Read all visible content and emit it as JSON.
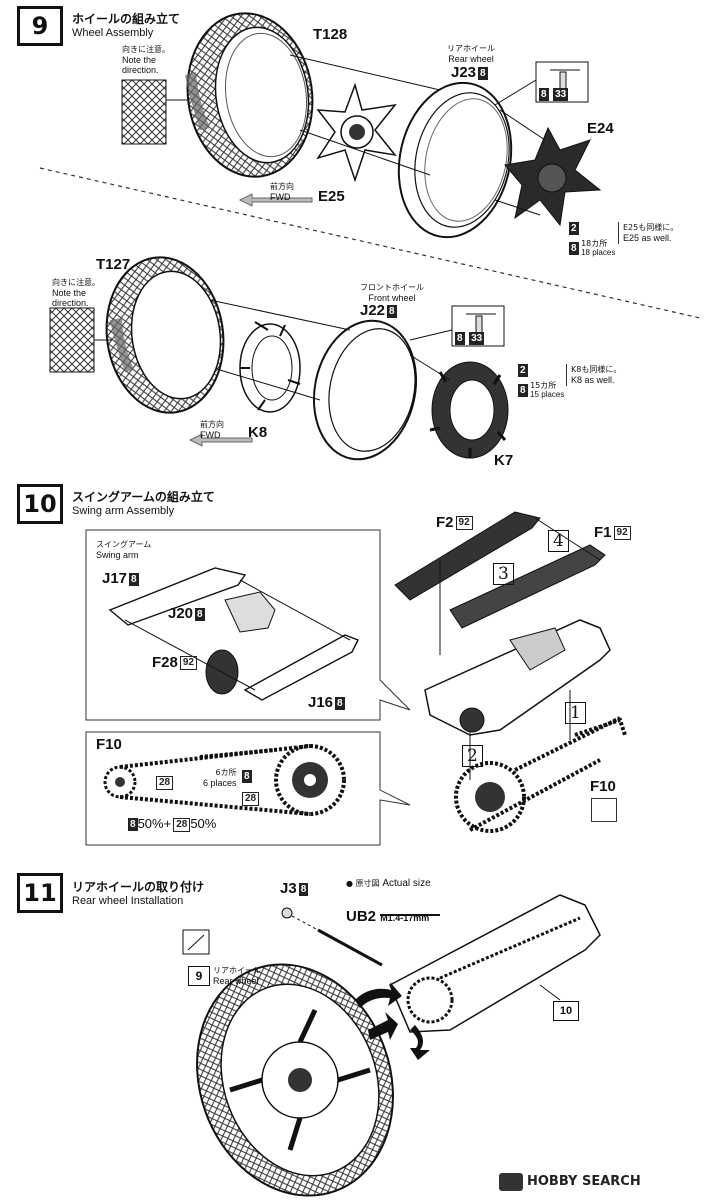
{
  "steps": [
    {
      "number": "9",
      "title_jp": "ホイールの組み立て",
      "title_en": "Wheel Assembly"
    },
    {
      "number": "10",
      "title_jp": "スイングアームの組み立て",
      "title_en": "Swing arm Assembly"
    },
    {
      "number": "11",
      "title_jp": "リアホイールの取り付け",
      "title_en": "Rear wheel Installation"
    }
  ],
  "step9": {
    "rear_tire": "T128",
    "direction_note_jp": "向きに注意。",
    "direction_note_en1": "Note the",
    "direction_note_en2": "direction.",
    "rear_wheel_jp": "リアホイール",
    "rear_wheel_en": "Rear wheel",
    "rear_wheel_part": "J23",
    "color_8": "8",
    "color_33": "33",
    "color_2": "2",
    "part_e24": "E24",
    "part_e25": "E25",
    "fwd_jp": "前方向",
    "fwd_en": "FWD",
    "places18_jp": "18カ所",
    "places18_en": "18 places",
    "e25_same_jp": "E25も同様に。",
    "e25_same_en": "E25 as well.",
    "front_tire": "T127",
    "front_wheel_jp": "フロントホイール",
    "front_wheel_en": "Front wheel",
    "front_wheel_part": "J22",
    "part_k8": "K8",
    "part_k7": "K7",
    "places15_jp": "15カ所",
    "places15_en": "15 places",
    "k8_same_jp": "K8も同様に。",
    "k8_same_en": "K8 as well."
  },
  "step10": {
    "swing_arm_jp": "スイングアーム",
    "swing_arm_en": "Swing arm",
    "part_j17": "J17",
    "part_j20": "J20",
    "part_f28": "F28",
    "part_j16": "J16",
    "color_8": "8",
    "color_92": "92",
    "color_28": "28",
    "part_f10": "F10",
    "places6_jp": "6カ所",
    "places6_en": "6 places",
    "mix_8": "8",
    "mix_8_pct": "50%",
    "mix_plus": "+",
    "mix_28": "28",
    "mix_28_pct": "50%",
    "part_f2": "F2",
    "part_f1": "F1",
    "seq_1": "1",
    "seq_2": "2",
    "seq_3": "3",
    "seq_4": "4"
  },
  "step11": {
    "part_j3": "J3",
    "color_8": "8",
    "actual_size_jp": "● 原寸図",
    "actual_size_en": "Actual size",
    "part_ub2": "UB2",
    "ub2_spec": "M1.4-17mm",
    "ref_9": "9",
    "rear_wheel_jp": "リアホイール",
    "rear_wheel_en": "Rear wheel",
    "ref_10": "10"
  },
  "watermark": "HOBBY SEARCH"
}
